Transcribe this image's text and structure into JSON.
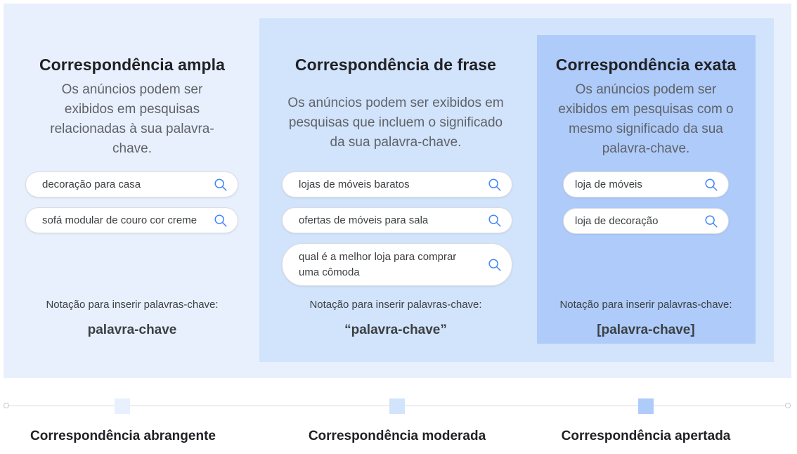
{
  "columns": [
    {
      "title": "Correspondência ampla",
      "description": "Os anúncios podem ser exibidos em pesquisas relacionadas à sua palavra-chave.",
      "searches": [
        "decoração para casa",
        "sofá modular de couro cor creme"
      ],
      "notation_label": "Notação para inserir palavras-chave:",
      "notation_value": "palavra-chave"
    },
    {
      "title": "Correspondência de frase",
      "description": "Os anúncios podem ser exibidos em pesquisas que incluem o significado da sua palavra-chave.",
      "searches": [
        "lojas de móveis baratos",
        "ofertas de móveis para sala",
        "qual é a melhor loja para comprar uma cômoda"
      ],
      "notation_label": "Notação para inserir palavras-chave:",
      "notation_value": "“palavra-chave”"
    },
    {
      "title": "Correspondência exata",
      "description": "Os anúncios podem ser exibidos em pesquisas com o mesmo significado da sua palavra-chave.",
      "searches": [
        "loja de móveis",
        "loja de decoração"
      ],
      "notation_label": "Notação para inserir palavras-chave:",
      "notation_value": "[palavra-chave]"
    }
  ],
  "scale": {
    "labels": [
      "Correspondência abrangente",
      "Correspondência moderada",
      "Correspondência apertada"
    ],
    "marker_colors": [
      "#e8f0fe",
      "#d2e3fc",
      "#aecbfa"
    ]
  },
  "colors": {
    "broad_bg": "#e8f0fe",
    "phrase_bg": "#d2e3fc",
    "exact_bg": "#aecbfa",
    "search_icon": "#4285f4"
  },
  "icons": {
    "search": "search-icon"
  }
}
